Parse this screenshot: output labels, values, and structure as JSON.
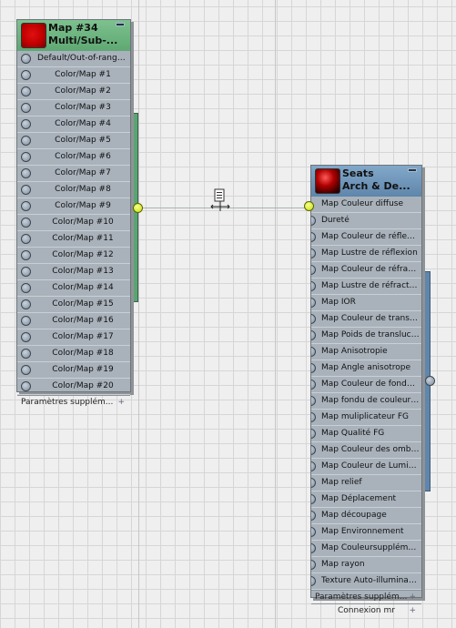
{
  "connection_label": "",
  "node1": {
    "title_line1": "Map #34",
    "title_line2": "Multi/Sub-...",
    "rows": [
      "Default/Out-of-range Color",
      "Color/Map #1",
      "Color/Map #2",
      "Color/Map #3",
      "Color/Map #4",
      "Color/Map #5",
      "Color/Map #6",
      "Color/Map #7",
      "Color/Map #8",
      "Color/Map #9",
      "Color/Map #10",
      "Color/Map #11",
      "Color/Map #12",
      "Color/Map #13",
      "Color/Map #14",
      "Color/Map #15",
      "Color/Map #16",
      "Color/Map #17",
      "Color/Map #18",
      "Color/Map #19",
      "Color/Map #20"
    ],
    "footer": "Paramètres supplém...",
    "footer_plus": "+"
  },
  "node2": {
    "title_line1": "Seats",
    "title_line2": "Arch & De...",
    "rows": [
      "Map Couleur diffuse",
      "Dureté",
      "Map Couleur de réflexion",
      "Map Lustre de réflexion",
      "Map Couleur de réfraction",
      "Map Lustre de réfraction",
      "Map IOR",
      "Map Couleur de transluci...",
      "Map Poids de translucidité",
      "Map Anisotropie",
      "Map Angle anisotrope",
      "Map Couleur de fondu de...",
      "Map fondu de couleur de...",
      "Map muliplicateur FG",
      "Map Qualité FG",
      "Map Couleur des ombres...",
      "Map Couleur de Lumière...",
      "Map relief",
      "Map Déplacement",
      "Map découpage",
      "Map Environnement",
      "Map Couleursupplément...",
      "Map rayon",
      "Texture Auto-illumination"
    ],
    "footer1": "Paramètres supplém...",
    "footer2": "Connexion mr",
    "footer_plus": "+"
  },
  "colors": {
    "node1_header": "#5ea873",
    "node2_header": "#5f86ab",
    "active_socket": "#c8e200"
  }
}
